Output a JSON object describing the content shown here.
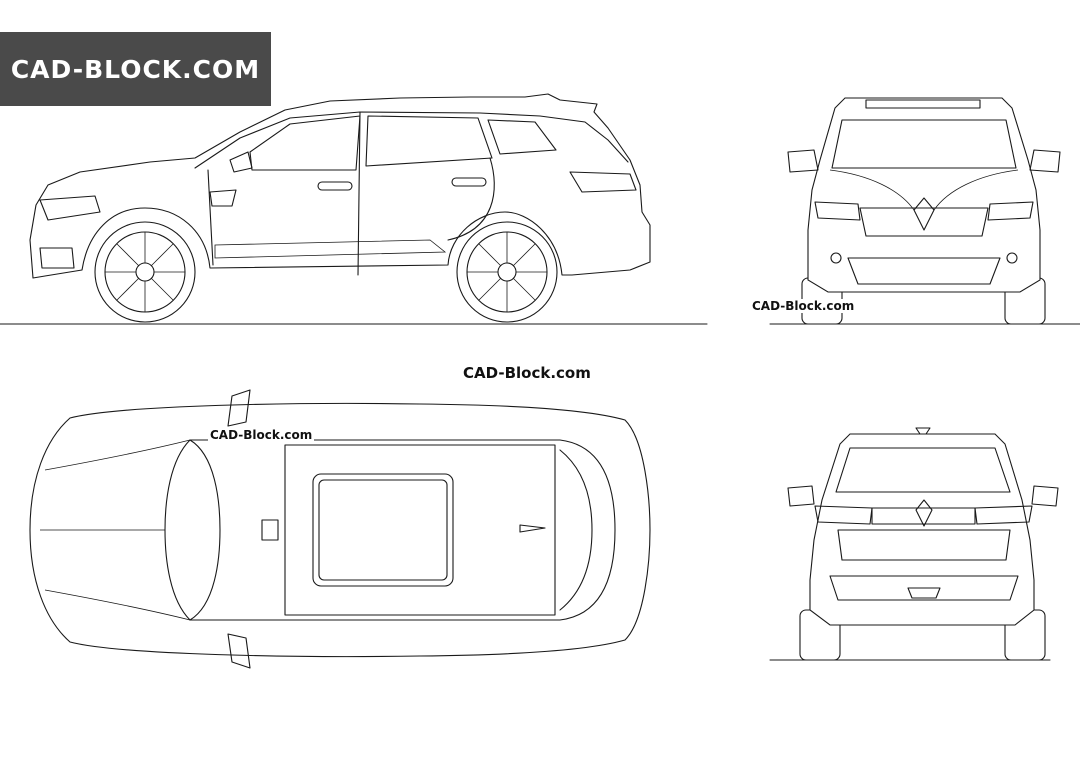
{
  "brand": {
    "badge_text": "CAD-BLOCK.COM",
    "badge_color": "#4a4a4a",
    "badge_text_color": "#ffffff"
  },
  "watermarks": {
    "center": "CAD-Block.com",
    "front_view": "CAD-Block.com",
    "top_view": "CAD-Block.com"
  },
  "views": [
    "side-elevation",
    "front-elevation",
    "plan-view",
    "rear-elevation"
  ],
  "line_color": "#1a1a1a"
}
